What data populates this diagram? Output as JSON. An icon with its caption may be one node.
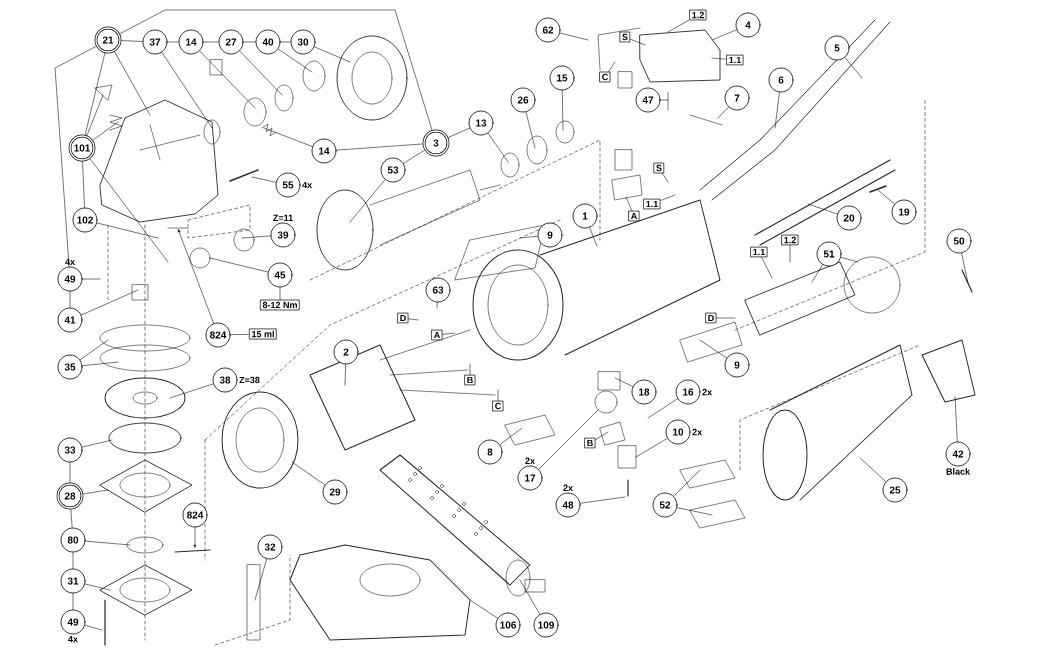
{
  "diagram": {
    "nodes": [
      {
        "text": [
          "21"
        ]
      },
      {
        "text": [
          "37"
        ]
      },
      {
        "text": [
          "14"
        ]
      },
      {
        "text": [
          "27"
        ]
      },
      {
        "text": [
          "40"
        ]
      },
      {
        "text": [
          "30"
        ]
      },
      {
        "text": [
          "101"
        ]
      },
      {
        "text": [
          "14"
        ]
      },
      {
        "text": [
          "55"
        ],
        "beside": [
          "4x"
        ]
      },
      {
        "text": [
          "102"
        ]
      },
      {
        "text": [
          "39"
        ],
        "beside": [
          "Z=11"
        ]
      },
      {
        "text": [
          "45"
        ]
      },
      {
        "text": [
          "8-12 Nm"
        ]
      },
      {
        "text": [
          "49"
        ],
        "beside": [
          "4x"
        ]
      },
      {
        "text": [
          "41"
        ]
      },
      {
        "text": [
          "824"
        ]
      },
      {
        "text": [
          "15 ml"
        ]
      },
      {
        "text": [
          "35"
        ]
      },
      {
        "text": [
          "38"
        ],
        "beside": [
          "Z=38"
        ]
      },
      {
        "text": [
          "33"
        ]
      },
      {
        "text": [
          "28"
        ]
      },
      {
        "text": [
          "80"
        ]
      },
      {
        "text": [
          "31"
        ]
      },
      {
        "text": [
          "49"
        ],
        "beside": [
          "4x"
        ]
      },
      {
        "text": [
          "824"
        ]
      },
      {
        "text": [
          "32"
        ]
      },
      {
        "text": [
          "3"
        ]
      },
      {
        "text": [
          "13"
        ]
      },
      {
        "text": [
          "53"
        ]
      },
      {
        "text": [
          "26"
        ]
      },
      {
        "text": [
          "15"
        ]
      },
      {
        "text": [
          "62"
        ]
      },
      {
        "text": [
          "C"
        ]
      },
      {
        "text": [
          "S"
        ]
      },
      {
        "text": [
          "1.2"
        ]
      },
      {
        "text": [
          "4"
        ]
      },
      {
        "text": [
          "1.1"
        ]
      },
      {
        "text": [
          "5"
        ]
      },
      {
        "text": [
          "6"
        ]
      },
      {
        "text": [
          "7"
        ]
      },
      {
        "text": [
          "47"
        ]
      },
      {
        "text": [
          "S"
        ]
      },
      {
        "text": [
          "1.1"
        ]
      },
      {
        "text": [
          "A"
        ]
      },
      {
        "text": [
          "1"
        ]
      },
      {
        "text": [
          "9"
        ]
      },
      {
        "text": [
          "20"
        ]
      },
      {
        "text": [
          "19"
        ]
      },
      {
        "text": [
          "1.1"
        ]
      },
      {
        "text": [
          "1.2"
        ]
      },
      {
        "text": [
          "51"
        ]
      },
      {
        "text": [
          "50"
        ]
      },
      {
        "text": [
          "63"
        ]
      },
      {
        "text": [
          "D"
        ]
      },
      {
        "text": [
          "A"
        ]
      },
      {
        "text": [
          "B"
        ]
      },
      {
        "text": [
          "C"
        ]
      },
      {
        "text": [
          "2"
        ]
      },
      {
        "text": [
          "D"
        ]
      },
      {
        "text": [
          "9"
        ]
      },
      {
        "text": [
          "18"
        ]
      },
      {
        "text": [
          "16"
        ],
        "beside": [
          "2x"
        ]
      },
      {
        "text": [
          "8"
        ]
      },
      {
        "text": [
          "17"
        ],
        "beside": [
          "2x"
        ]
      },
      {
        "text": [
          "B"
        ]
      },
      {
        "text": [
          "10"
        ],
        "beside": [
          "2x"
        ]
      },
      {
        "text": [
          "48"
        ],
        "beside": [
          "2x"
        ]
      },
      {
        "text": [
          "52"
        ]
      },
      {
        "text": [
          "29"
        ]
      },
      {
        "text": [
          "42"
        ],
        "beside": [
          "Black"
        ]
      },
      {
        "text": [
          "25"
        ]
      },
      {
        "text": [
          "106"
        ]
      },
      {
        "text": [
          "109"
        ]
      }
    ],
    "edges": [
      {
        "from": 0,
        "to": 1,
        "arrow": "none"
      },
      {
        "from": 1,
        "to": 2,
        "arrow": "none"
      },
      {
        "from": 2,
        "to": 3,
        "arrow": "none"
      },
      {
        "from": 3,
        "to": 4,
        "arrow": "none"
      },
      {
        "from": 4,
        "to": 5,
        "arrow": "none"
      },
      {
        "from": 0,
        "to": 6,
        "arrow": "none"
      },
      {
        "from": 6,
        "to": 9,
        "arrow": "none"
      },
      {
        "from": 0,
        "to": 13,
        "arrow": "none"
      },
      {
        "from": 13,
        "to": 14,
        "arrow": "none"
      },
      {
        "from": 0,
        "to": 26,
        "arrow": "none"
      },
      {
        "from": 26,
        "to": 7,
        "arrow": "none"
      },
      {
        "from": 26,
        "to": 27,
        "arrow": "none"
      },
      {
        "from": 26,
        "to": 28,
        "arrow": "none"
      },
      {
        "from": 11,
        "to": 12,
        "arrow": "none"
      },
      {
        "from": 15,
        "to": 16,
        "arrow": "none"
      },
      {
        "from": 19,
        "to": 20,
        "arrow": "none"
      },
      {
        "from": 20,
        "to": 21,
        "arrow": "none"
      },
      {
        "from": 21,
        "to": 22,
        "arrow": "none"
      },
      {
        "from": 22,
        "to": 23,
        "arrow": "none"
      },
      {
        "from": 0,
        "to": null,
        "arrow": "none"
      },
      {
        "from": 1,
        "to": null,
        "arrow": "none"
      },
      {
        "from": 2,
        "to": null,
        "arrow": "none"
      },
      {
        "from": 3,
        "to": null,
        "arrow": "none"
      },
      {
        "from": 4,
        "to": null,
        "arrow": "none"
      },
      {
        "from": 5,
        "to": null,
        "arrow": "none"
      },
      {
        "from": 6,
        "to": null,
        "arrow": "none"
      },
      {
        "from": 6,
        "to": null,
        "arrow": "none"
      },
      {
        "from": 6,
        "to": null,
        "arrow": "none"
      },
      {
        "from": 7,
        "to": null,
        "arrow": "none"
      },
      {
        "from": 8,
        "to": null,
        "arrow": "none"
      },
      {
        "from": 9,
        "to": null,
        "arrow": "none"
      },
      {
        "from": 10,
        "to": null,
        "arrow": "none"
      },
      {
        "from": 11,
        "to": null,
        "arrow": "none"
      },
      {
        "from": 13,
        "to": null,
        "arrow": "none"
      },
      {
        "from": 14,
        "to": null,
        "arrow": "none"
      },
      {
        "from": 15,
        "to": null,
        "arrow": "to"
      },
      {
        "from": 17,
        "to": null,
        "arrow": "none"
      },
      {
        "from": 17,
        "to": null,
        "arrow": "none"
      },
      {
        "from": 18,
        "to": null,
        "arrow": "none"
      },
      {
        "from": 19,
        "to": null,
        "arrow": "none"
      },
      {
        "from": 20,
        "to": null,
        "arrow": "none"
      },
      {
        "from": 21,
        "to": null,
        "arrow": "none"
      },
      {
        "from": 22,
        "to": null,
        "arrow": "none"
      },
      {
        "from": 23,
        "to": null,
        "arrow": "none"
      },
      {
        "from": 24,
        "to": null,
        "arrow": "to"
      },
      {
        "from": 25,
        "to": null,
        "arrow": "none"
      },
      {
        "from": 27,
        "to": null,
        "arrow": "none"
      },
      {
        "from": 28,
        "to": null,
        "arrow": "none"
      },
      {
        "from": 29,
        "to": null,
        "arrow": "none"
      },
      {
        "from": 30,
        "to": null,
        "arrow": "none"
      },
      {
        "from": 31,
        "to": null,
        "arrow": "none"
      },
      {
        "from": 32,
        "to": null,
        "arrow": "none"
      },
      {
        "from": 33,
        "to": null,
        "arrow": "none"
      },
      {
        "from": 34,
        "to": null,
        "arrow": "none"
      },
      {
        "from": 35,
        "to": null,
        "arrow": "none"
      },
      {
        "from": 36,
        "to": null,
        "arrow": "none"
      },
      {
        "from": 37,
        "to": null,
        "arrow": "none"
      },
      {
        "from": 38,
        "to": null,
        "arrow": "none"
      },
      {
        "from": 39,
        "to": null,
        "arrow": "none"
      },
      {
        "from": 40,
        "to": null,
        "arrow": "none"
      },
      {
        "from": 41,
        "to": null,
        "arrow": "none"
      },
      {
        "from": 42,
        "to": null,
        "arrow": "none"
      },
      {
        "from": 43,
        "to": null,
        "arrow": "none"
      },
      {
        "from": 44,
        "to": null,
        "arrow": "none"
      },
      {
        "from": 45,
        "to": null,
        "arrow": "none"
      },
      {
        "from": 46,
        "to": null,
        "arrow": "none"
      },
      {
        "from": 47,
        "to": null,
        "arrow": "none"
      },
      {
        "from": 48,
        "to": null,
        "arrow": "none"
      },
      {
        "from": 49,
        "to": null,
        "arrow": "none"
      },
      {
        "from": 50,
        "to": null,
        "arrow": "none"
      },
      {
        "from": 50,
        "to": null,
        "arrow": "none"
      },
      {
        "from": 51,
        "to": null,
        "arrow": "none"
      },
      {
        "from": 52,
        "to": null,
        "arrow": "none"
      },
      {
        "from": 53,
        "to": null,
        "arrow": "none"
      },
      {
        "from": 54,
        "to": null,
        "arrow": "none"
      },
      {
        "from": 55,
        "to": null,
        "arrow": "none"
      },
      {
        "from": 56,
        "to": null,
        "arrow": "none"
      },
      {
        "from": 57,
        "to": null,
        "arrow": "none"
      },
      {
        "from": 58,
        "to": null,
        "arrow": "none"
      },
      {
        "from": 59,
        "to": null,
        "arrow": "none"
      },
      {
        "from": 60,
        "to": null,
        "arrow": "none"
      },
      {
        "from": 61,
        "to": null,
        "arrow": "none"
      },
      {
        "from": 62,
        "to": null,
        "arrow": "none"
      },
      {
        "from": 63,
        "to": null,
        "arrow": "none"
      },
      {
        "from": 64,
        "to": null,
        "arrow": "none"
      },
      {
        "from": 65,
        "to": null,
        "arrow": "none"
      },
      {
        "from": 66,
        "to": null,
        "arrow": "none"
      },
      {
        "from": 67,
        "to": null,
        "arrow": "none"
      },
      {
        "from": 67,
        "to": null,
        "arrow": "none"
      },
      {
        "from": 68,
        "to": null,
        "arrow": "none"
      },
      {
        "from": 69,
        "to": null,
        "arrow": "none"
      },
      {
        "from": 70,
        "to": null,
        "arrow": "none"
      },
      {
        "from": 71,
        "to": null,
        "arrow": "none"
      },
      {
        "from": 72,
        "to": null,
        "arrow": "none"
      }
    ]
  }
}
